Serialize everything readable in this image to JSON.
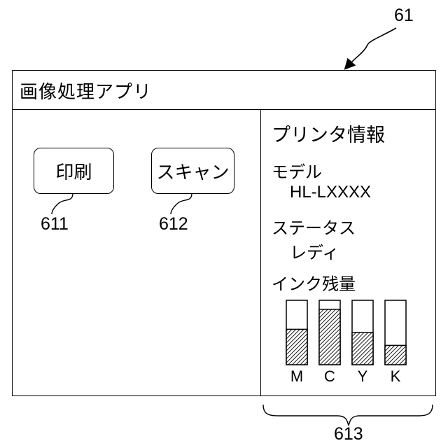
{
  "figure_ref": "61",
  "window": {
    "title": "画像処理アプリ"
  },
  "buttons": {
    "print": {
      "label": "印刷",
      "ref": "611"
    },
    "scan": {
      "label": "スキャン",
      "ref": "612"
    }
  },
  "printer_info": {
    "heading": "プリンタ情報",
    "model_label": "モデル",
    "model_value": "HL-LXXXX",
    "status_label": "ステータス",
    "status_value": "レディ",
    "ink_label": "インク残量",
    "ref": "613",
    "ink_levels": [
      {
        "channel": "M",
        "level": 0.55
      },
      {
        "channel": "C",
        "level": 0.86
      },
      {
        "channel": "Y",
        "level": 0.5
      },
      {
        "channel": "K",
        "level": 0.3
      }
    ]
  }
}
